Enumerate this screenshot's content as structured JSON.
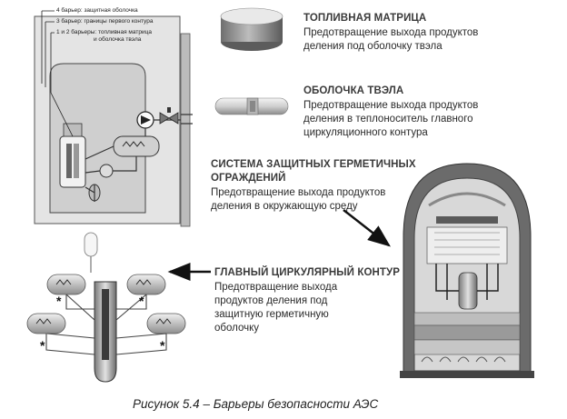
{
  "barriers": {
    "fuel_matrix": {
      "title": "ТОПЛИВНАЯ МАТРИЦА",
      "desc_lines": [
        "Предотвращение выхода продуктов",
        "деления под оболочку твэла"
      ]
    },
    "cladding": {
      "title": "ОБОЛОЧКА ТВЭЛА",
      "desc_lines": [
        "Предотвращение выхода продуктов",
        "деления в теплоноситель главного",
        "циркуляционного контура"
      ]
    },
    "containment": {
      "title_lines": [
        "СИСТЕМА ЗАЩИТНЫХ ГЕРМЕТИЧНЫХ",
        "ОГРАЖДЕНИЙ"
      ],
      "desc_lines": [
        "Предотвращение выхода продуктов",
        "деления в окружающую среду"
      ]
    },
    "primary_circuit": {
      "title": "ГЛАВНЫЙ ЦИРКУЛЯРНЫЙ КОНТУР",
      "desc_lines": [
        "Предотвращение выхода",
        "продуктов деления под",
        "защитную герметичную",
        "оболочку"
      ]
    }
  },
  "schematic_labels": {
    "barrier4": "4 барьер: защитная оболочка",
    "barrier3": "3 барьер: границы первого контура",
    "barrier12_lines": [
      "1 и 2 барьеры: топливная матрица",
      "и оболочка твэла"
    ]
  },
  "caption": "Рисунок 5.4 – Барьеры безопасности АЭС",
  "colors": {
    "arrow": "#111111",
    "dark": "#333333",
    "mid": "#8a8a8a",
    "light": "#d6d6d6"
  }
}
